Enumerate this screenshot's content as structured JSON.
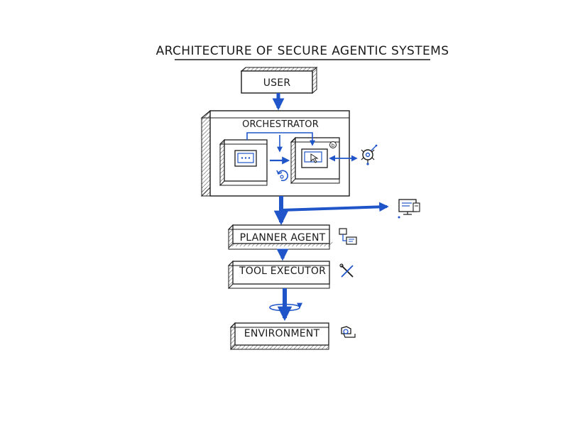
{
  "title": "ARCHITECTURE OF SECURE AGENTIC SYSTEMS",
  "nodes": {
    "user": "USER",
    "orchestrator": "ORCHESTRATOR",
    "planner": "PLANNER AGENT",
    "tool_executor": "TOOL EXECUTOR",
    "environment": "ENVIRONMENT"
  },
  "icons": {
    "chat_module": "chat-window-icon",
    "policy_module": "cursor-window-icon",
    "external_service": "gear-probe-icon",
    "sync": "refresh-icon",
    "monitor": "monitor-document-icon",
    "planner_side": "flowchart-icon",
    "tool_side": "crossed-tools-icon",
    "env_side": "hand-gear-icon"
  },
  "colors": {
    "ink": "#1b1b1b",
    "accent": "#1f55c9",
    "hatch": "#444444"
  }
}
